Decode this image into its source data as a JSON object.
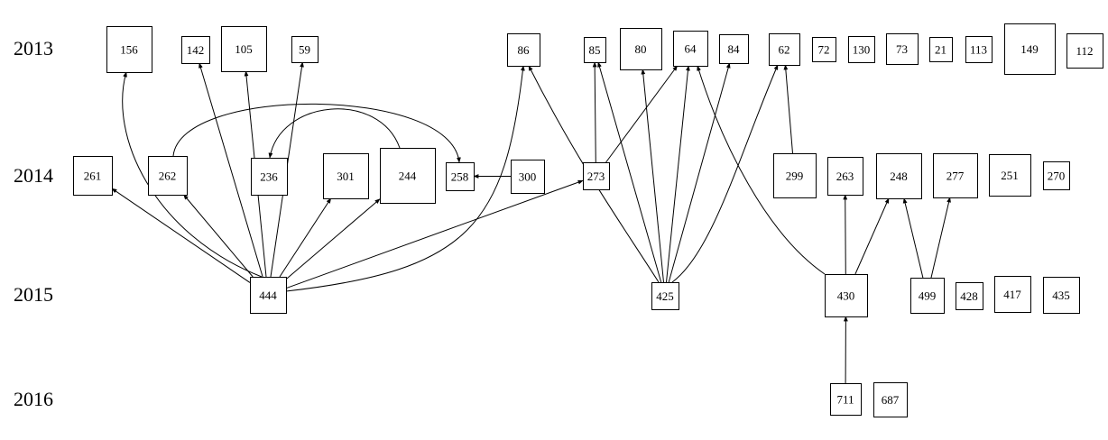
{
  "years": [
    "2013",
    "2014",
    "2015",
    "2016"
  ],
  "nodes": [
    {
      "id": "n156",
      "label": "156",
      "year": "2013"
    },
    {
      "id": "n142",
      "label": "142",
      "year": "2013"
    },
    {
      "id": "n105",
      "label": "105",
      "year": "2013"
    },
    {
      "id": "n59",
      "label": "59",
      "year": "2013"
    },
    {
      "id": "n86",
      "label": "86",
      "year": "2013"
    },
    {
      "id": "n85",
      "label": "85",
      "year": "2013"
    },
    {
      "id": "n80",
      "label": "80",
      "year": "2013"
    },
    {
      "id": "n64",
      "label": "64",
      "year": "2013"
    },
    {
      "id": "n84",
      "label": "84",
      "year": "2013"
    },
    {
      "id": "n62",
      "label": "62",
      "year": "2013"
    },
    {
      "id": "n72",
      "label": "72",
      "year": "2013"
    },
    {
      "id": "n130",
      "label": "130",
      "year": "2013"
    },
    {
      "id": "n73",
      "label": "73",
      "year": "2013"
    },
    {
      "id": "n21",
      "label": "21",
      "year": "2013"
    },
    {
      "id": "n113",
      "label": "113",
      "year": "2013"
    },
    {
      "id": "n149",
      "label": "149",
      "year": "2013"
    },
    {
      "id": "n112",
      "label": "112",
      "year": "2013"
    },
    {
      "id": "n261",
      "label": "261",
      "year": "2014"
    },
    {
      "id": "n262",
      "label": "262",
      "year": "2014"
    },
    {
      "id": "n236",
      "label": "236",
      "year": "2014"
    },
    {
      "id": "n301",
      "label": "301",
      "year": "2014"
    },
    {
      "id": "n244",
      "label": "244",
      "year": "2014"
    },
    {
      "id": "n258",
      "label": "258",
      "year": "2014"
    },
    {
      "id": "n300",
      "label": "300",
      "year": "2014"
    },
    {
      "id": "n273",
      "label": "273",
      "year": "2014"
    },
    {
      "id": "n299",
      "label": "299",
      "year": "2014"
    },
    {
      "id": "n263",
      "label": "263",
      "year": "2014"
    },
    {
      "id": "n248",
      "label": "248",
      "year": "2014"
    },
    {
      "id": "n277",
      "label": "277",
      "year": "2014"
    },
    {
      "id": "n251",
      "label": "251",
      "year": "2014"
    },
    {
      "id": "n270",
      "label": "270",
      "year": "2014"
    },
    {
      "id": "n444",
      "label": "444",
      "year": "2015"
    },
    {
      "id": "n425",
      "label": "425",
      "year": "2015"
    },
    {
      "id": "n430",
      "label": "430",
      "year": "2015"
    },
    {
      "id": "n499",
      "label": "499",
      "year": "2015"
    },
    {
      "id": "n428",
      "label": "428",
      "year": "2015"
    },
    {
      "id": "n417",
      "label": "417",
      "year": "2015"
    },
    {
      "id": "n435",
      "label": "435",
      "year": "2015"
    },
    {
      "id": "n711",
      "label": "711",
      "year": "2016"
    },
    {
      "id": "n687",
      "label": "687",
      "year": "2016"
    }
  ],
  "edges": [
    {
      "from": "n444",
      "to": "n156"
    },
    {
      "from": "n444",
      "to": "n142"
    },
    {
      "from": "n444",
      "to": "n105"
    },
    {
      "from": "n444",
      "to": "n59"
    },
    {
      "from": "n444",
      "to": "n86"
    },
    {
      "from": "n444",
      "to": "n261"
    },
    {
      "from": "n444",
      "to": "n262"
    },
    {
      "from": "n444",
      "to": "n301"
    },
    {
      "from": "n444",
      "to": "n244"
    },
    {
      "from": "n444",
      "to": "n273"
    },
    {
      "from": "n262",
      "to": "n258"
    },
    {
      "from": "n244",
      "to": "n236"
    },
    {
      "from": "n300",
      "to": "n258"
    },
    {
      "from": "n273",
      "to": "n85"
    },
    {
      "from": "n273",
      "to": "n64"
    },
    {
      "from": "n299",
      "to": "n62"
    },
    {
      "from": "n425",
      "to": "n86"
    },
    {
      "from": "n425",
      "to": "n85"
    },
    {
      "from": "n425",
      "to": "n80"
    },
    {
      "from": "n425",
      "to": "n64"
    },
    {
      "from": "n425",
      "to": "n84"
    },
    {
      "from": "n425",
      "to": "n62"
    },
    {
      "from": "n430",
      "to": "n64"
    },
    {
      "from": "n430",
      "to": "n263"
    },
    {
      "from": "n430",
      "to": "n248"
    },
    {
      "from": "n499",
      "to": "n248"
    },
    {
      "from": "n499",
      "to": "n277"
    },
    {
      "from": "n711",
      "to": "n430"
    }
  ]
}
